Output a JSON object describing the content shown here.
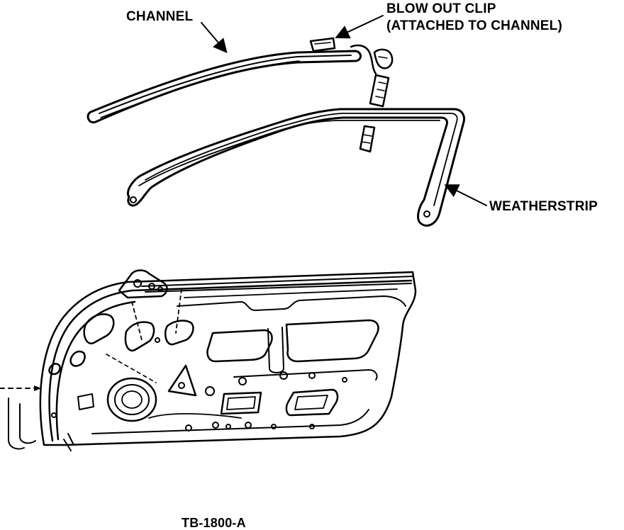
{
  "labels": {
    "channel": "CHANNEL",
    "blow_out_clip_line1": "BLOW OUT CLIP",
    "blow_out_clip_line2": "(ATTACHED TO CHANNEL)",
    "weatherstrip": "WEATHERSTRIP",
    "figure_id": "TB-1800-A"
  }
}
